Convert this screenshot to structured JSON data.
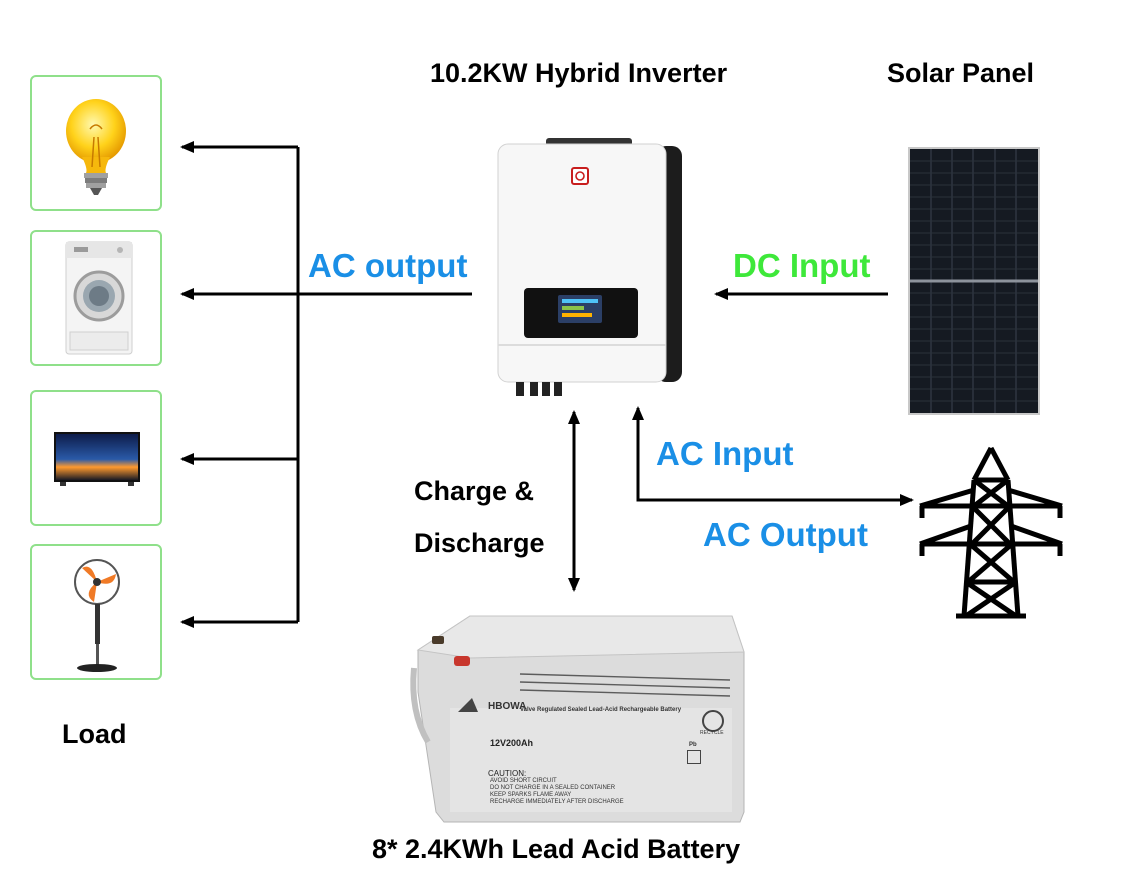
{
  "labels": {
    "inverter_title": "10.2KW Hybrid Inverter",
    "solar_title": "Solar Panel",
    "load_title": "Load",
    "battery_title": "8* 2.4KWh Lead Acid Battery",
    "ac_output_left": "AC output",
    "dc_input": "DC Input",
    "ac_input": "AC Input",
    "ac_output_right": "AC Output",
    "charge_line1": "Charge &",
    "charge_line2": "Discharge"
  },
  "battery": {
    "brand": "HBOWA",
    "header": "Valve Regulated Sealed Lead-Acid Rechargeable Battery",
    "model": "12V200Ah",
    "caution": "CAUTION:",
    "warnings": [
      "AVOID SHORT CIRCUIT",
      "DO NOT CHARGE IN A SEALED CONTAINER",
      "KEEP SPARKS  FLAME  AWAY",
      "RECHARGE IMMEDIATELY AFTER DISCHARGE"
    ],
    "recycle": "RECYCLE",
    "pb": "Pb"
  },
  "colors": {
    "blue_label": "#1a8fe6",
    "green_label": "#3ee83a",
    "load_border": "#8fe08a",
    "arrow": "#000000"
  },
  "icons": [
    "light-bulb-icon",
    "washing-machine-icon",
    "tv-icon",
    "fan-icon",
    "inverter-image",
    "solar-panel-image",
    "transmission-tower-icon",
    "battery-image"
  ]
}
